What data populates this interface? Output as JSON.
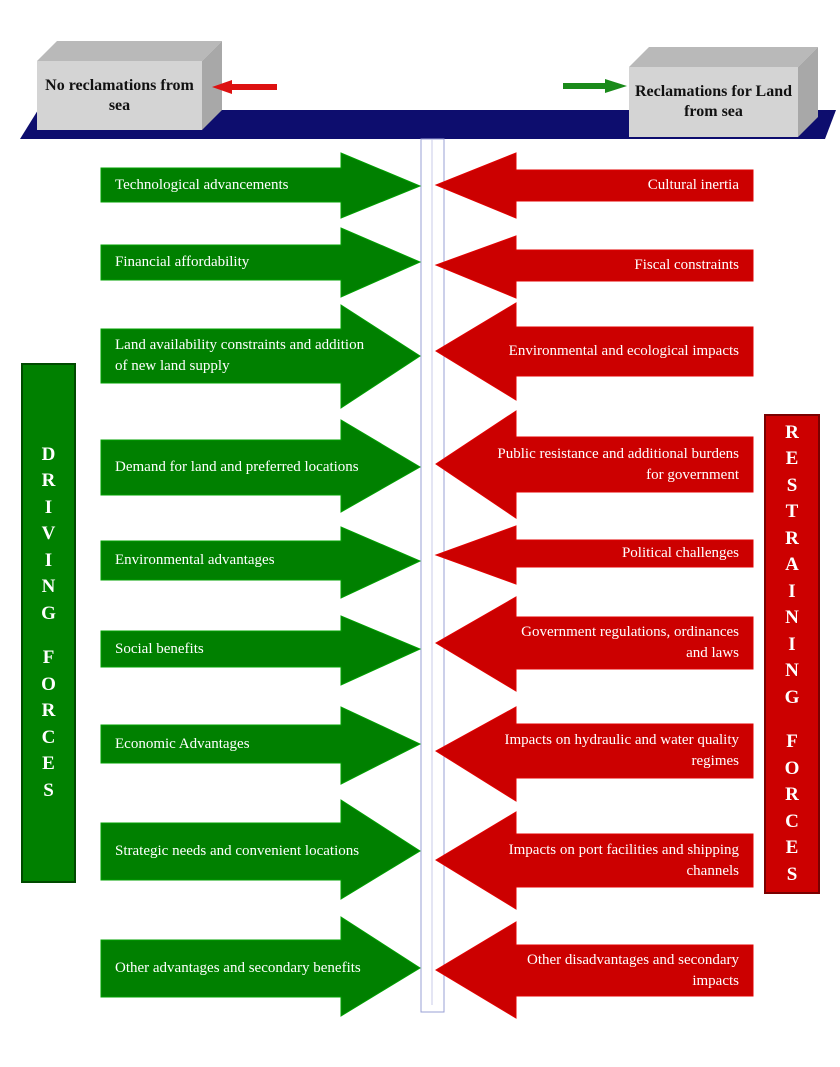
{
  "top": {
    "left_box_label": "No reclamations from sea",
    "right_box_label": "Reclamations for Land from sea"
  },
  "driving_label": "DRIVING FORCES",
  "restraining_label": "RESTRAINING FORCES",
  "colors": {
    "driving": "#008000",
    "restraining": "#cc0000",
    "bar": "#0d0d6e",
    "box": "#d4d4d4",
    "box_top": "#b9b9b9",
    "box_side": "#a8a8a8"
  },
  "driving_forces": [
    "Technological advancements",
    "Financial affordability",
    "Land availability constraints and addition of new land supply",
    "Demand for land  and preferred locations",
    "Environmental advantages",
    "Social benefits",
    "Economic Advantages",
    "Strategic needs  and convenient locations",
    "Other advantages and secondary benefits"
  ],
  "restraining_forces": [
    "Cultural inertia",
    "Fiscal constraints",
    "Environmental and ecological impacts",
    "Public resistance and additional burdens for government",
    "Political challenges",
    "Government regulations, ordinances and laws",
    "Impacts on hydraulic and water quality regimes",
    "Impacts on port facilities and shipping channels",
    "Other disadvantages and secondary impacts"
  ]
}
